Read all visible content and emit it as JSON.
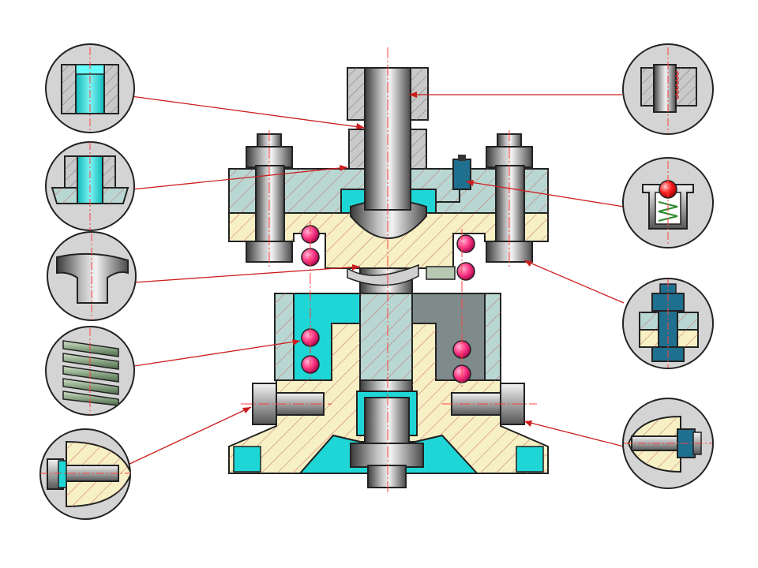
{
  "colors": {
    "background": "#ffffff",
    "outline": "#222222",
    "body_fill": "#f7f0c4",
    "plate_fill": "#b9d7d2",
    "cyan": "#1fd6d6",
    "steel_dark": "#3c3c3c",
    "steel_light": "#d8d8d8",
    "spring_ball": "#ff3d8b",
    "spring_green": "#8aa585",
    "hatch": "#c46a6a",
    "leader": "#cc1f1f",
    "center_line": "#ff4040",
    "callout_bg": "#d4d4d4"
  },
  "callouts": [
    {
      "name": "bushing-callout",
      "side": "left"
    },
    {
      "name": "flanged-bushing-callout",
      "side": "left"
    },
    {
      "name": "plunger-head-callout",
      "side": "left"
    },
    {
      "name": "compression-spring-callout",
      "side": "left"
    },
    {
      "name": "side-bolt-left-callout",
      "side": "left"
    },
    {
      "name": "threaded-sleeve-callout",
      "side": "right"
    },
    {
      "name": "ball-detent-callout",
      "side": "right"
    },
    {
      "name": "stud-bolt-callout",
      "side": "right"
    },
    {
      "name": "side-bolt-right-callout",
      "side": "right"
    }
  ]
}
